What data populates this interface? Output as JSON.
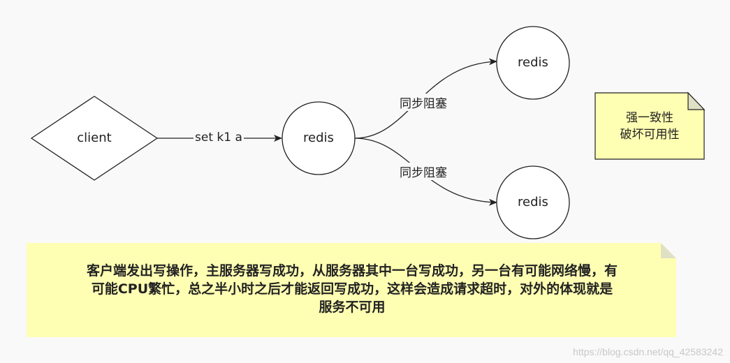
{
  "nodes": {
    "client": "client",
    "redis_main": "redis",
    "redis_top": "redis",
    "redis_bottom": "redis"
  },
  "edges": {
    "client_to_redis": "set k1 a",
    "sync_top": "同步阻塞",
    "sync_bottom": "同步阻塞"
  },
  "notes": {
    "small_line1": "强一致性",
    "small_line2": "破坏可用性",
    "big_line1": "客户端发出写操作，主服务器写成功，从服务器其中一台写成功，另一台有可能网络慢，有",
    "big_line2": "可能CPU繁忙，总之半小时之后才能返回写成功，这样会造成请求超时，对外的体现就是",
    "big_line3": "服务不可用"
  },
  "watermark": "https://blog.csdn.net/qq_42583242",
  "colors": {
    "note_fill": "#ffffb3",
    "note_fold": "#e0e0c4",
    "stroke": "#222222",
    "node_fill": "#ffffff"
  }
}
